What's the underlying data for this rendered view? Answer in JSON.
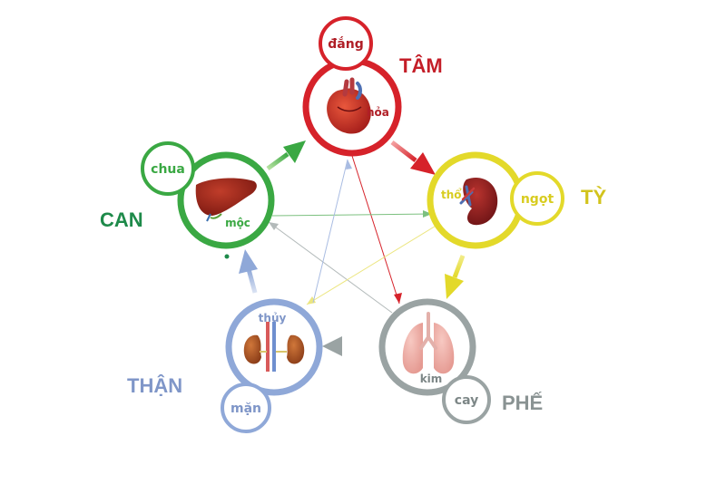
{
  "colors": {
    "tam": "#d6222a",
    "ty": "#e3d92a",
    "phe": "#9aa3a3",
    "than": "#8fa8d8",
    "can": "#3aa843",
    "can_label": "#1e8a4a"
  },
  "nodes": {
    "tam": {
      "name": "TÂM",
      "element": "hỏa",
      "taste": "đắng",
      "organ": "heart"
    },
    "ty": {
      "name": "TỲ",
      "element": "thổ",
      "taste": "ngọt",
      "organ": "spleen"
    },
    "phe": {
      "name": "PHẾ",
      "element": "kim",
      "taste": "cay",
      "organ": "lungs"
    },
    "than": {
      "name": "THẬN",
      "element": "thủy",
      "taste": "mặn",
      "organ": "kidneys"
    },
    "can": {
      "name": "CAN",
      "element": "mộc",
      "taste": "chua",
      "organ": "liver"
    }
  }
}
